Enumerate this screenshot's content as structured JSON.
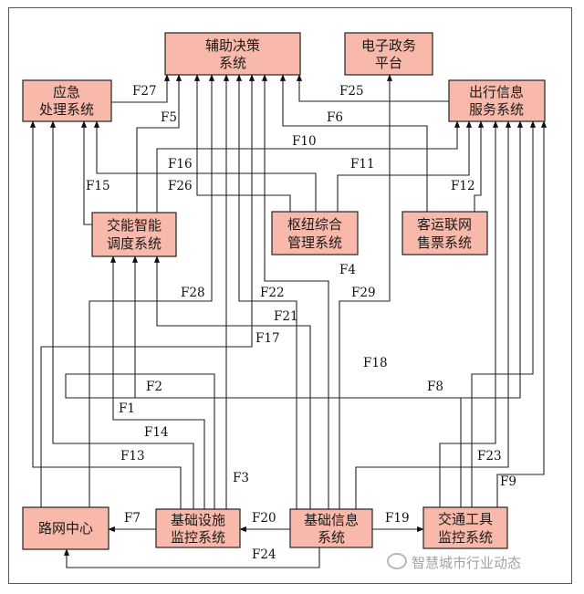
{
  "nodes": {
    "decision": [
      "辅助决策",
      "系统"
    ],
    "egov": [
      "电子政务",
      "平台"
    ],
    "emergency": [
      "应急",
      "处理系统"
    ],
    "travel": [
      "出行信息",
      "服务系统"
    ],
    "dispatch": [
      "交能智能",
      "调度系统"
    ],
    "hub": [
      "枢纽综合",
      "管理系统"
    ],
    "ticket": [
      "客运联网",
      "售票系统"
    ],
    "roadnet": [
      "路网中心"
    ],
    "infra": [
      "基础设施",
      "监控系统"
    ],
    "basic": [
      "基础信息",
      "系统"
    ],
    "vehicle": [
      "交通工具",
      "监控系统"
    ]
  },
  "edge_labels": {
    "F1": "F1",
    "F2": "F2",
    "F3": "F3",
    "F4": "F4",
    "F5": "F5",
    "F6": "F6",
    "F7": "F7",
    "F8": "F8",
    "F9": "F9",
    "F10": "F10",
    "F11": "F11",
    "F12": "F12",
    "F13": "F13",
    "F14": "F14",
    "F15": "F15",
    "F16": "F16",
    "F17": "F17",
    "F18": "F18",
    "F19": "F19",
    "F20": "F20",
    "F21": "F21",
    "F22": "F22",
    "F23": "F23",
    "F24": "F24",
    "F25": "F25",
    "F26": "F26",
    "F27": "F27",
    "F28": "F28",
    "F29": "F29"
  },
  "watermark": "智慧城市行业动态"
}
